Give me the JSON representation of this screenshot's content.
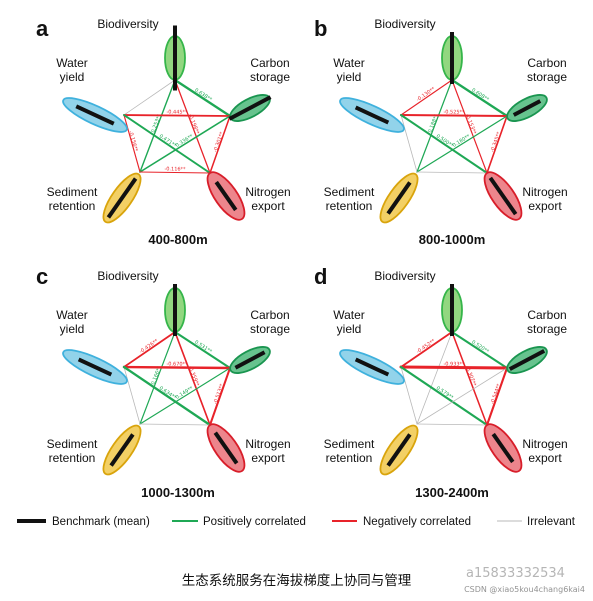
{
  "colors": {
    "positive": "#1fa855",
    "negative": "#e8232a",
    "irrelevant": "#b9b9b9",
    "benchmark": "#111111",
    "biodiversity_fill": "#7fd06a",
    "carbon_fill": "#4cb87a",
    "nitrogen_fill": "#ea7078",
    "sediment_fill": "#f1c84a",
    "water_fill": "#7fcbe6"
  },
  "services": [
    "Biodiversity",
    "Water\nyield",
    "Carbon\nstorage",
    "Sediment\nretention",
    "Nitrogen\nexport"
  ],
  "panels": [
    {
      "letter": "a",
      "range": "400-800m",
      "edges": [
        {
          "from": "Biodiversity",
          "to": "Water\nyield",
          "type": "irrelevant"
        },
        {
          "from": "Biodiversity",
          "to": "Carbon\nstorage",
          "type": "positive",
          "label": "0.638**"
        },
        {
          "from": "Biodiversity",
          "to": "Sediment\nretention",
          "type": "positive",
          "label": "0.253**"
        },
        {
          "from": "Biodiversity",
          "to": "Nitrogen\nexport",
          "type": "negative",
          "label": "-0.198**"
        },
        {
          "from": "Water\nyield",
          "to": "Carbon\nstorage",
          "type": "negative",
          "label": "-0.445**"
        },
        {
          "from": "Water\nyield",
          "to": "Sediment\nretention",
          "type": "negative",
          "label": "-0.156**"
        },
        {
          "from": "Water\nyield",
          "to": "Nitrogen\nexport",
          "type": "positive",
          "label": "0.471**"
        },
        {
          "from": "Carbon\nstorage",
          "to": "Sediment\nretention",
          "type": "positive",
          "label": "0.336**"
        },
        {
          "from": "Carbon\nstorage",
          "to": "Nitrogen\nexport",
          "type": "negative",
          "label": "-0.301**"
        },
        {
          "from": "Sediment\nretention",
          "to": "Nitrogen\nexport",
          "type": "negative",
          "label": "-0.116**"
        }
      ]
    },
    {
      "letter": "b",
      "range": "800-1000m",
      "edges": [
        {
          "from": "Biodiversity",
          "to": "Water\nyield",
          "type": "negative",
          "label": "-0.130**"
        },
        {
          "from": "Biodiversity",
          "to": "Carbon\nstorage",
          "type": "positive",
          "label": "0.608**"
        },
        {
          "from": "Biodiversity",
          "to": "Sediment\nretention",
          "type": "positive",
          "label": "0.188**"
        },
        {
          "from": "Biodiversity",
          "to": "Nitrogen\nexport",
          "type": "negative",
          "label": "-0.153**"
        },
        {
          "from": "Water\nyield",
          "to": "Carbon\nstorage",
          "type": "negative",
          "label": "-0.525**"
        },
        {
          "from": "Water\nyield",
          "to": "Sediment\nretention",
          "type": "irrelevant"
        },
        {
          "from": "Water\nyield",
          "to": "Nitrogen\nexport",
          "type": "positive",
          "label": "0.500**"
        },
        {
          "from": "Carbon\nstorage",
          "to": "Sediment\nretention",
          "type": "positive",
          "label": "0.180**"
        },
        {
          "from": "Carbon\nstorage",
          "to": "Nitrogen\nexport",
          "type": "negative",
          "label": "-0.345**"
        },
        {
          "from": "Sediment\nretention",
          "to": "Nitrogen\nexport",
          "type": "irrelevant"
        }
      ]
    },
    {
      "letter": "c",
      "range": "1000-1300m",
      "edges": [
        {
          "from": "Biodiversity",
          "to": "Water\nyield",
          "type": "negative",
          "label": "-0.426**"
        },
        {
          "from": "Biodiversity",
          "to": "Carbon\nstorage",
          "type": "positive",
          "label": "0.531**"
        },
        {
          "from": "Biodiversity",
          "to": "Sediment\nretention",
          "type": "positive",
          "label": "0.166**"
        },
        {
          "from": "Biodiversity",
          "to": "Nitrogen\nexport",
          "type": "negative",
          "label": "-0.359**"
        },
        {
          "from": "Water\nyield",
          "to": "Carbon\nstorage",
          "type": "negative",
          "label": "-0.670**"
        },
        {
          "from": "Water\nyield",
          "to": "Sediment\nretention",
          "type": "irrelevant"
        },
        {
          "from": "Water\nyield",
          "to": "Nitrogen\nexport",
          "type": "positive",
          "label": "0.634**"
        },
        {
          "from": "Carbon\nstorage",
          "to": "Sediment\nretention",
          "type": "positive",
          "label": "0.149**"
        },
        {
          "from": "Carbon\nstorage",
          "to": "Nitrogen\nexport",
          "type": "negative",
          "label": "-0.513**"
        },
        {
          "from": "Sediment\nretention",
          "to": "Nitrogen\nexport",
          "type": "irrelevant"
        }
      ]
    },
    {
      "letter": "d",
      "range": "1300-2400m",
      "edges": [
        {
          "from": "Biodiversity",
          "to": "Water\nyield",
          "type": "negative",
          "label": "-0.452**"
        },
        {
          "from": "Biodiversity",
          "to": "Carbon\nstorage",
          "type": "positive",
          "label": "0.520**"
        },
        {
          "from": "Biodiversity",
          "to": "Sediment\nretention",
          "type": "irrelevant"
        },
        {
          "from": "Biodiversity",
          "to": "Nitrogen\nexport",
          "type": "negative",
          "label": "-0.307**"
        },
        {
          "from": "Water\nyield",
          "to": "Carbon\nstorage",
          "type": "negative",
          "label": "-0.933**"
        },
        {
          "from": "Water\nyield",
          "to": "Sediment\nretention",
          "type": "irrelevant"
        },
        {
          "from": "Water\nyield",
          "to": "Nitrogen\nexport",
          "type": "positive",
          "label": "0.579**"
        },
        {
          "from": "Carbon\nstorage",
          "to": "Sediment\nretention",
          "type": "irrelevant"
        },
        {
          "from": "Carbon\nstorage",
          "to": "Nitrogen\nexport",
          "type": "negative",
          "label": "-0.544**"
        },
        {
          "from": "Sediment\nretention",
          "to": "Nitrogen\nexport",
          "type": "irrelevant"
        }
      ]
    }
  ],
  "legend": {
    "benchmark": "Benchmark (mean)",
    "positive": "Positively correlated",
    "negative": "Negatively correlated",
    "irrelevant": "Irrelevant"
  },
  "caption": "生态系统服务在海拔梯度上协同与管理",
  "watermark": "a15833332534",
  "credit": "CSDN @xiao5kou4chang6kai4"
}
